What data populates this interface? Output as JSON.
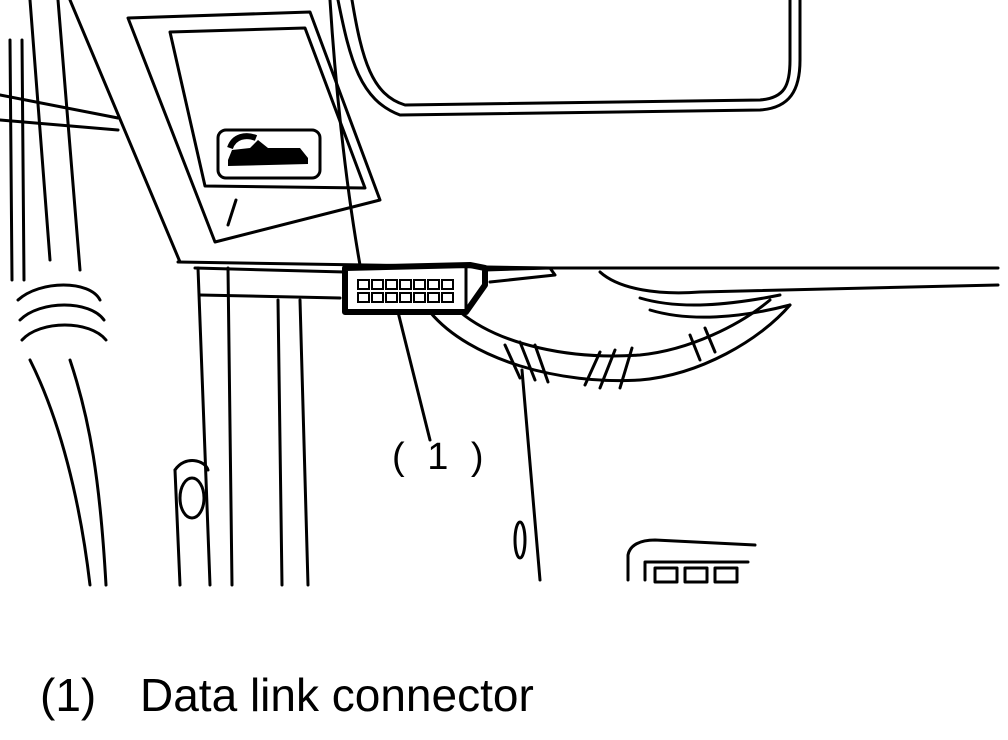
{
  "diagram": {
    "callout_label": "( 1 )",
    "icons": {
      "hood_release": "car-hood-open-icon"
    }
  },
  "legend": [
    {
      "number": "(1)",
      "text": "Data link connector"
    }
  ]
}
